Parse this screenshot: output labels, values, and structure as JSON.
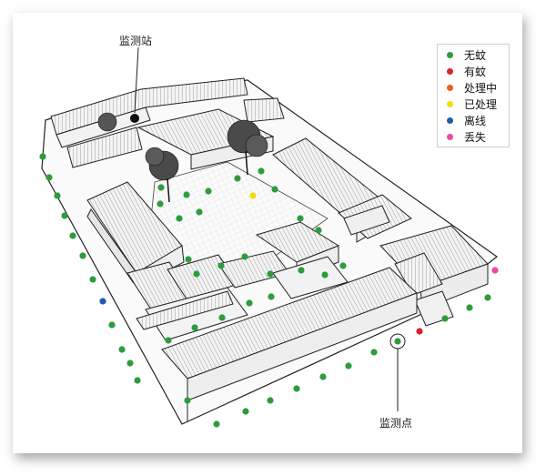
{
  "labels": {
    "station": "监测站",
    "point": "监测点"
  },
  "legend": {
    "items": [
      {
        "label": "无蚊",
        "color": "#2e9c3a"
      },
      {
        "label": "有蚊",
        "color": "#d7262b"
      },
      {
        "label": "处理中",
        "color": "#f25d1d"
      },
      {
        "label": "已处理",
        "color": "#f3dc10"
      },
      {
        "label": "离线",
        "color": "#1d5fa8"
      },
      {
        "label": "丢失",
        "color": "#e94ba3"
      }
    ]
  },
  "status_colors": {
    "no_mosquito": "#2e9c3a",
    "mosquito": "#d7262b",
    "processing": "#f25d1d",
    "processed": "#f3dc10",
    "offline": "#1d5fa8",
    "lost": "#e94ba3"
  }
}
